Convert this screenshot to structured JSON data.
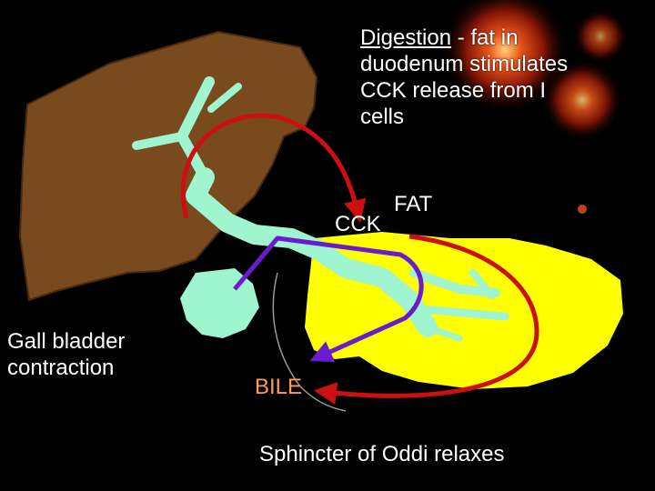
{
  "slide": {
    "digestion": {
      "title_word": "Digestion",
      "rest_line1": "  -  fat in",
      "rest": "duodenum stimulates\nCCK release from I\ncells"
    },
    "labels": {
      "fat": "FAT",
      "cck": "CCK",
      "gall_bladder": "Gall bladder\ncontraction",
      "bile": "BILE",
      "sphincter": "Sphincter of Oddi relaxes"
    },
    "colors": {
      "background": "#000000",
      "liver": "#7a4a1f",
      "bile_ducts": "#9ff5cf",
      "pancreas": "#ffff00",
      "red_arrow": "#cc1010",
      "purple_arrow": "#6a1bd0",
      "bile_text": "#ff9a5a"
    },
    "icons": [
      "firework-burst-icon"
    ]
  }
}
